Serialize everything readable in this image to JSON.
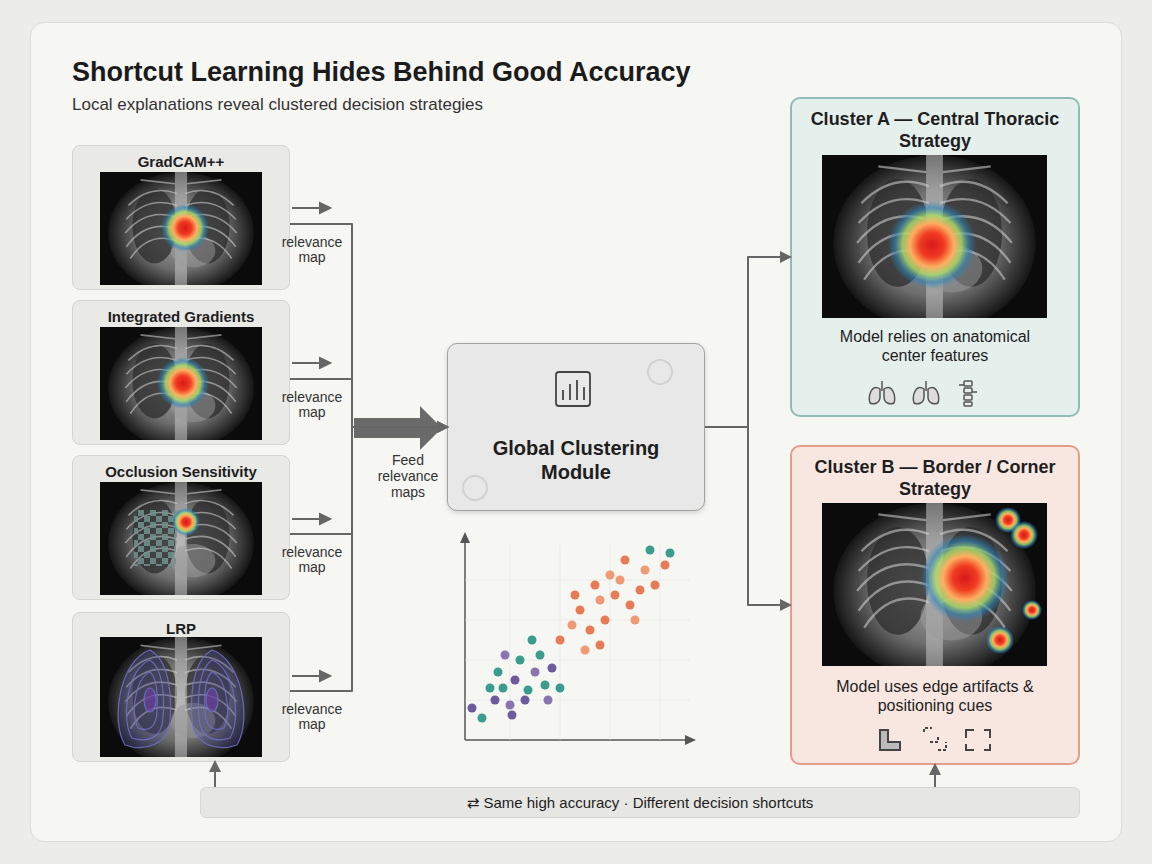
{
  "diagram": {
    "title": "Shortcut Learning Hides Behind Good Accuracy",
    "nodes": [
      {
        "text": [
          "GradCAM++"
        ]
      },
      {
        "text": [
          "Integrated Gradients"
        ]
      },
      {
        "text": [
          "Occlusion Sensitivity"
        ]
      },
      {
        "text": [
          "LRP"
        ]
      },
      {
        "text": [
          "Global Clustering Module"
        ]
      },
      {
        "text": [
          "Cluster A — Central Thoracic Strategy",
          "Model relies on anatomical center features"
        ]
      },
      {
        "text": [
          "Cluster B — Border / Corner Strategy",
          "Model uses edge artifacts & positioning cues"
        ]
      },
      {
        "text": [
          "⇄ Same high accuracy · Different decision shortcuts"
        ]
      }
    ],
    "edges": [
      {
        "from": 0,
        "to": 4,
        "label": "relevance map",
        "arrow": "to"
      },
      {
        "from": 1,
        "to": 4,
        "label": "relevance map",
        "arrow": "to"
      },
      {
        "from": 2,
        "to": 4,
        "label": "relevance map",
        "arrow": "to"
      },
      {
        "from": 3,
        "to": 4,
        "label": "relevance map",
        "arrow": "to"
      },
      {
        "from": 4,
        "to": 5,
        "arrow": "to"
      },
      {
        "from": 4,
        "to": 6,
        "arrow": "to"
      },
      {
        "from": 7,
        "to": 3,
        "arrow": "to"
      },
      {
        "from": 7,
        "to": 6,
        "arrow": "to"
      }
    ],
    "labels": [
      "Local explanations reveal clustered decision strategies",
      "Feed relevance maps"
    ]
  }
}
